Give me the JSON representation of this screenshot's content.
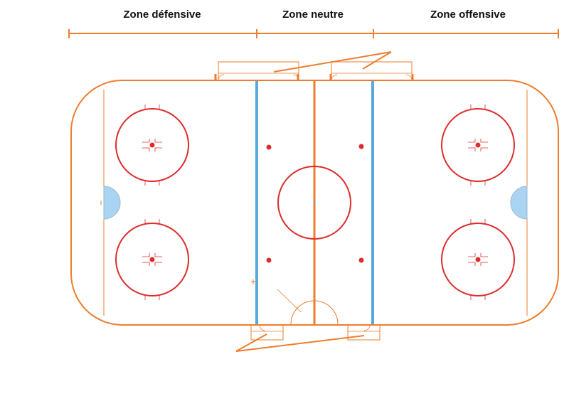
{
  "zones": [
    {
      "key": "defensive",
      "label": "Zone défensive"
    },
    {
      "key": "neutral",
      "label": "Zone neutre"
    },
    {
      "key": "offensive",
      "label": "Zone offensive"
    }
  ],
  "colors": {
    "boards": "#ee7d2e",
    "center_line": "#ee7d2e",
    "blue_line": "#5aa8dc",
    "circle": "#dd2c2c",
    "crease": "#a9d4f2",
    "zone_bar": "#ee7d2e",
    "text": "#111111"
  }
}
